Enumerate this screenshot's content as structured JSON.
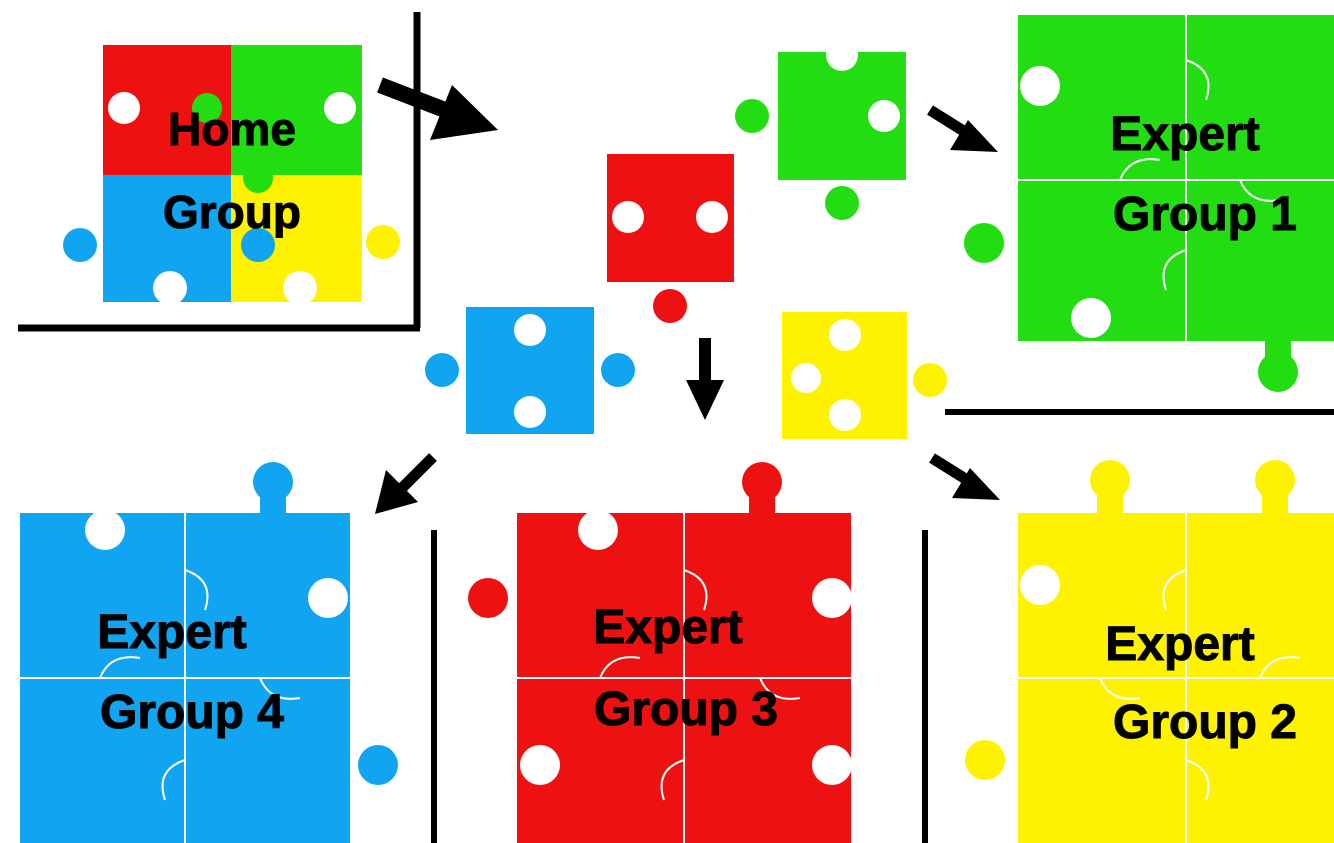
{
  "colors": {
    "red": "#ee1111",
    "green": "#22dd11",
    "blue": "#11a4f0",
    "yellow": "#fff200",
    "text": "#000000",
    "line": "#000000",
    "seam": "#ffffff"
  },
  "home_group": {
    "line1": "Home",
    "line2": "Group",
    "pieces": [
      "red",
      "green",
      "blue",
      "yellow"
    ]
  },
  "loose_pieces": [
    "green",
    "red",
    "blue",
    "yellow"
  ],
  "expert_groups": [
    {
      "color": "green",
      "line1": "Expert",
      "line2": "Group 1"
    },
    {
      "color": "yellow",
      "line1": "Expert",
      "line2": "Group 2"
    },
    {
      "color": "red",
      "line1": "Expert",
      "line2": "Group 3"
    },
    {
      "color": "blue",
      "line1": "Expert",
      "line2": "Group 4"
    }
  ],
  "arrow_count": 5
}
